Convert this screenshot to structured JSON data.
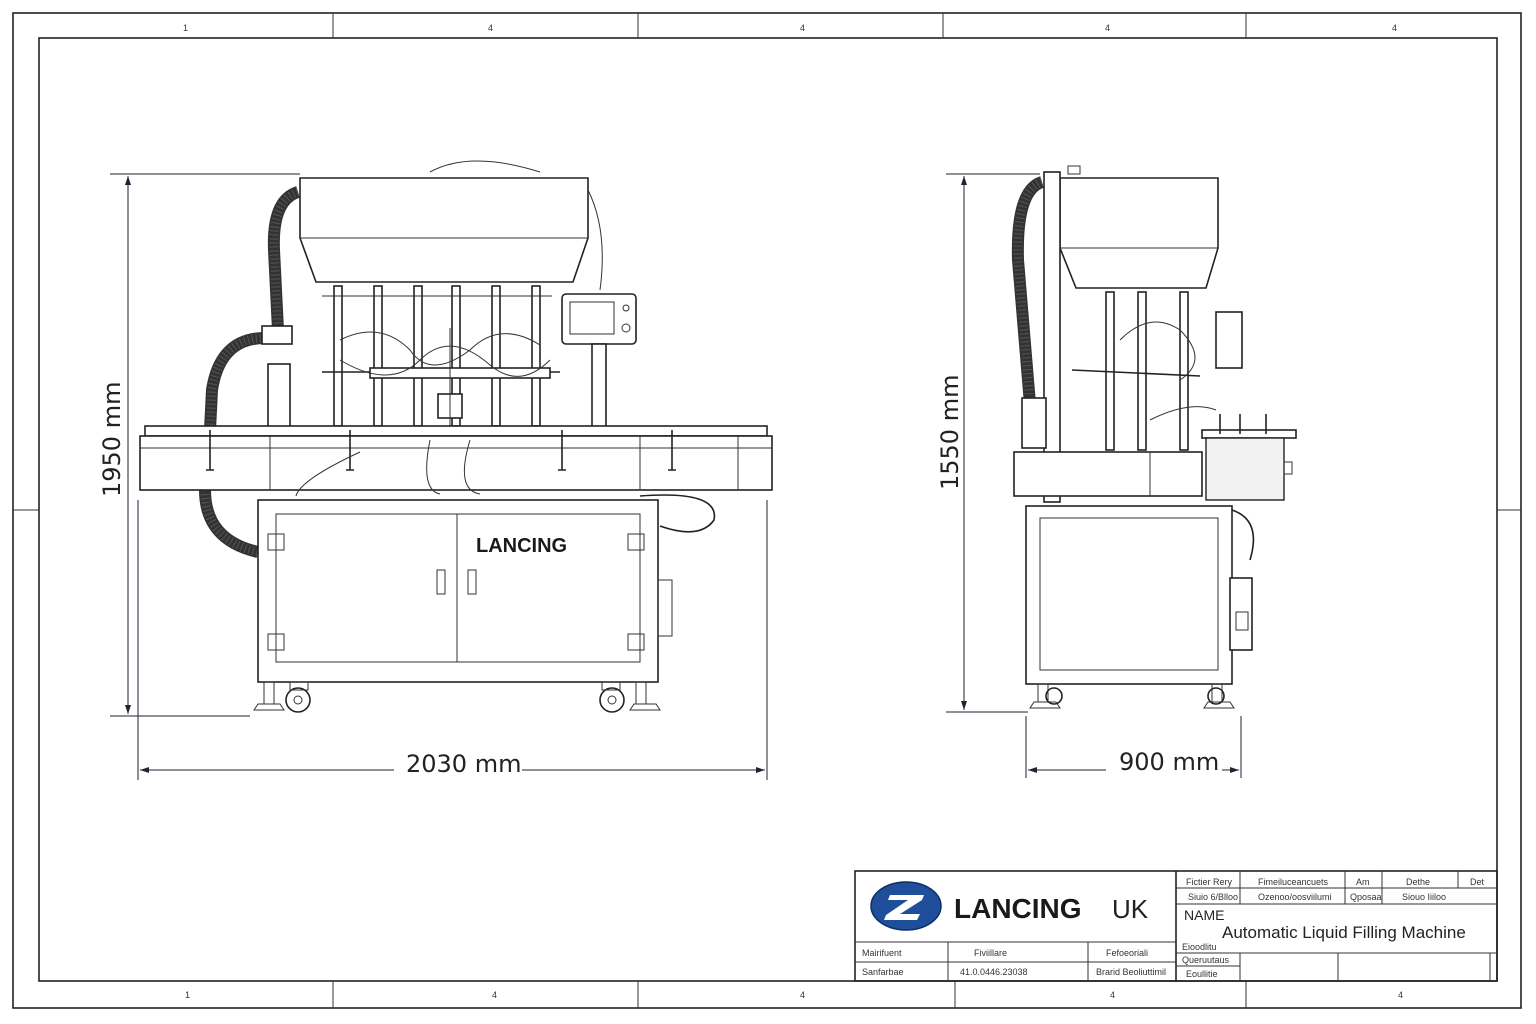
{
  "drawing": {
    "front_view": {
      "height_dim": "1950 mm",
      "width_dim": "2030 mm",
      "cabinet_logo": "LANCING"
    },
    "side_view": {
      "height_dim": "1550 mm",
      "width_dim": "900 mm"
    },
    "zone_numbers_top": [
      "1",
      "4",
      "4",
      "4",
      "4"
    ],
    "zone_numbers_bottom": [
      "1",
      "4",
      "4",
      "4",
      "4"
    ]
  },
  "title_block": {
    "company": "LANCING",
    "company_suffix": "UK",
    "name_label": "NAME",
    "name_value": "Automatic Liquid Filling Machine",
    "header_row1": [
      "Fictier Rery",
      "Fimeiluceancuets",
      "Am",
      "Dethe",
      "Det"
    ],
    "header_row2": [
      "Siuio 6/Blloo",
      "Ozenoo/oosviilumi",
      "Qposaa",
      "Siouo Iiiloo"
    ],
    "left_row1": [
      "Mairifuent",
      "Fiviillare",
      "Fefoeoriali"
    ],
    "left_row2": [
      "Sanfarbae",
      "41.0.0446.23038",
      "Brarid Beoliuttimil"
    ],
    "small_labels": [
      "Eioodlitu",
      "Queruutaus",
      "Eoullitie"
    ]
  },
  "colors": {
    "line": "#222222",
    "logo_blue": "#1f4f9a",
    "dimension": "#223344"
  }
}
